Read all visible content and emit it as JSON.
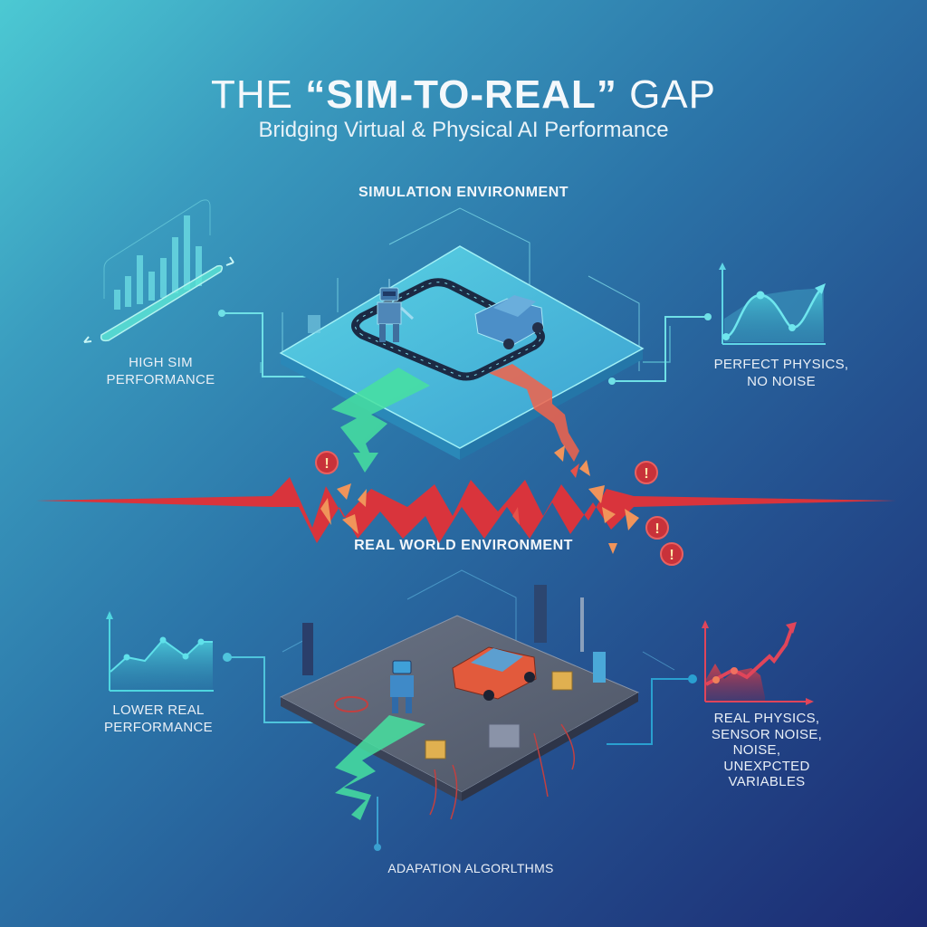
{
  "header": {
    "title_prefix": "THE ",
    "title_emphasis": "“SIM-TO-REAL”",
    "title_suffix": " GAP",
    "subtitle": "Bridging Virtual & Physical AI Performance"
  },
  "simulation": {
    "section_label": "SIMULATION ENVIRONMENT",
    "left_caption": [
      "HIGH SIM",
      "PERFORMANCE"
    ],
    "right_caption": [
      "PERFECT PHYSICS,",
      "NO NOISE"
    ]
  },
  "real_world": {
    "section_label": "REAL WORLD ENVIRONMENT",
    "left_caption": [
      "LOWER REAL",
      "PERFORMANCE"
    ],
    "right_caption": [
      "REAL PHYSICS,",
      "SENSOR NOISE,",
      "NOISE,",
      "UNEXPCTED",
      "VARIABLES"
    ],
    "bottom_caption": "ADAPATION ALGORLTHMS"
  },
  "gap": {
    "warning_icon_count": 4,
    "warning_glyph": "!"
  },
  "colors": {
    "bg_top_left": "#4cc9d3",
    "bg_bottom_right": "#1c2a72",
    "accent_cyan": "#4fd6e0",
    "success_green": "#46e0a0",
    "gap_red": "#d9343c",
    "debris_orange": "#f0945a",
    "warning_red": "#c8323a"
  }
}
